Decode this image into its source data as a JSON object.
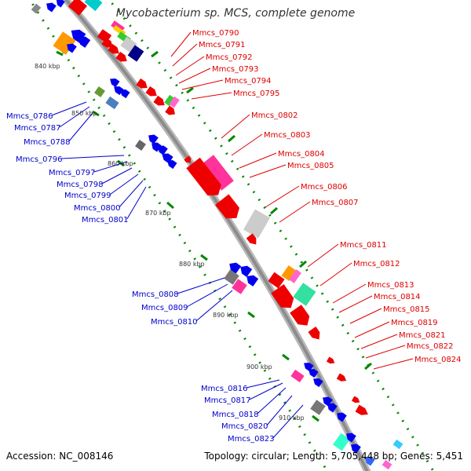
{
  "title": "Mycobacterium sp. MCS, complete genome",
  "footer": {
    "accession": "Accession: NC_008146",
    "summary": "Topology: circular; Length: 5,705,448 bp; Genes: 5,451"
  },
  "colors": {
    "backbone": "#8c8c8c",
    "forward_label": "#dd0000",
    "reverse_label": "#0000cc",
    "tick": "#008800",
    "forward_gene": "#ee0000",
    "reverse_gene": "#0000ee"
  },
  "scale_ticks": [
    "840 kbp",
    "850 kbp",
    "860 kbp",
    "870 kbp",
    "880 kbp",
    "890 kbp",
    "900 kbp",
    "910 kbp"
  ],
  "forward_labels": [
    "Mmcs_0790",
    "Mmcs_0791",
    "Mmcs_0792",
    "Mmcs_0793",
    "Mmcs_0794",
    "Mmcs_0795",
    "Mmcs_0802",
    "Mmcs_0803",
    "Mmcs_0804",
    "Mmcs_0805",
    "Mmcs_0806",
    "Mmcs_0807",
    "Mmcs_0811",
    "Mmcs_0812",
    "Mmcs_0813",
    "Mmcs_0814",
    "Mmcs_0815",
    "Mmcs_0819",
    "Mmcs_0821",
    "Mmcs_0822",
    "Mmcs_0824"
  ],
  "reverse_labels": [
    "Mmcs_0786",
    "Mmcs_0787",
    "Mmcs_0788",
    "Mmcs_0796",
    "Mmcs_0797",
    "Mmcs_0798",
    "Mmcs_0799",
    "Mmcs_0800",
    "Mmcs_0801",
    "Mmcs_0808",
    "Mmcs_0809",
    "Mmcs_0810",
    "Mmcs_0816",
    "Mmcs_0817",
    "Mmcs_0818",
    "Mmcs_0820",
    "Mmcs_0823"
  ]
}
